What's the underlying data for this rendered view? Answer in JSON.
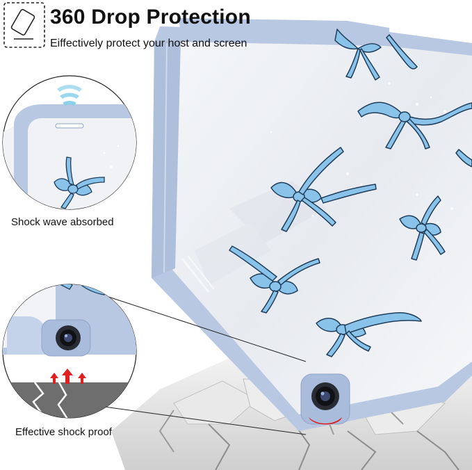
{
  "header": {
    "title": "360 Drop Protection",
    "subtitle": "Eiffectively protect your host and screen",
    "icon": "tablet-drop-icon"
  },
  "callouts": [
    {
      "label": "Shock wave absorbed",
      "icon": "shock-wave-corner-closeup"
    },
    {
      "label": "Effective shock proof",
      "icon": "camera-corner-closeup"
    }
  ],
  "colors": {
    "case_blue": "#b9c8e2",
    "ribbon_blue": "#8ac3ea",
    "ribbon_outline": "#1f3d5a",
    "impact_red": "#e02020",
    "ground_gray": "#6e6e6e"
  }
}
